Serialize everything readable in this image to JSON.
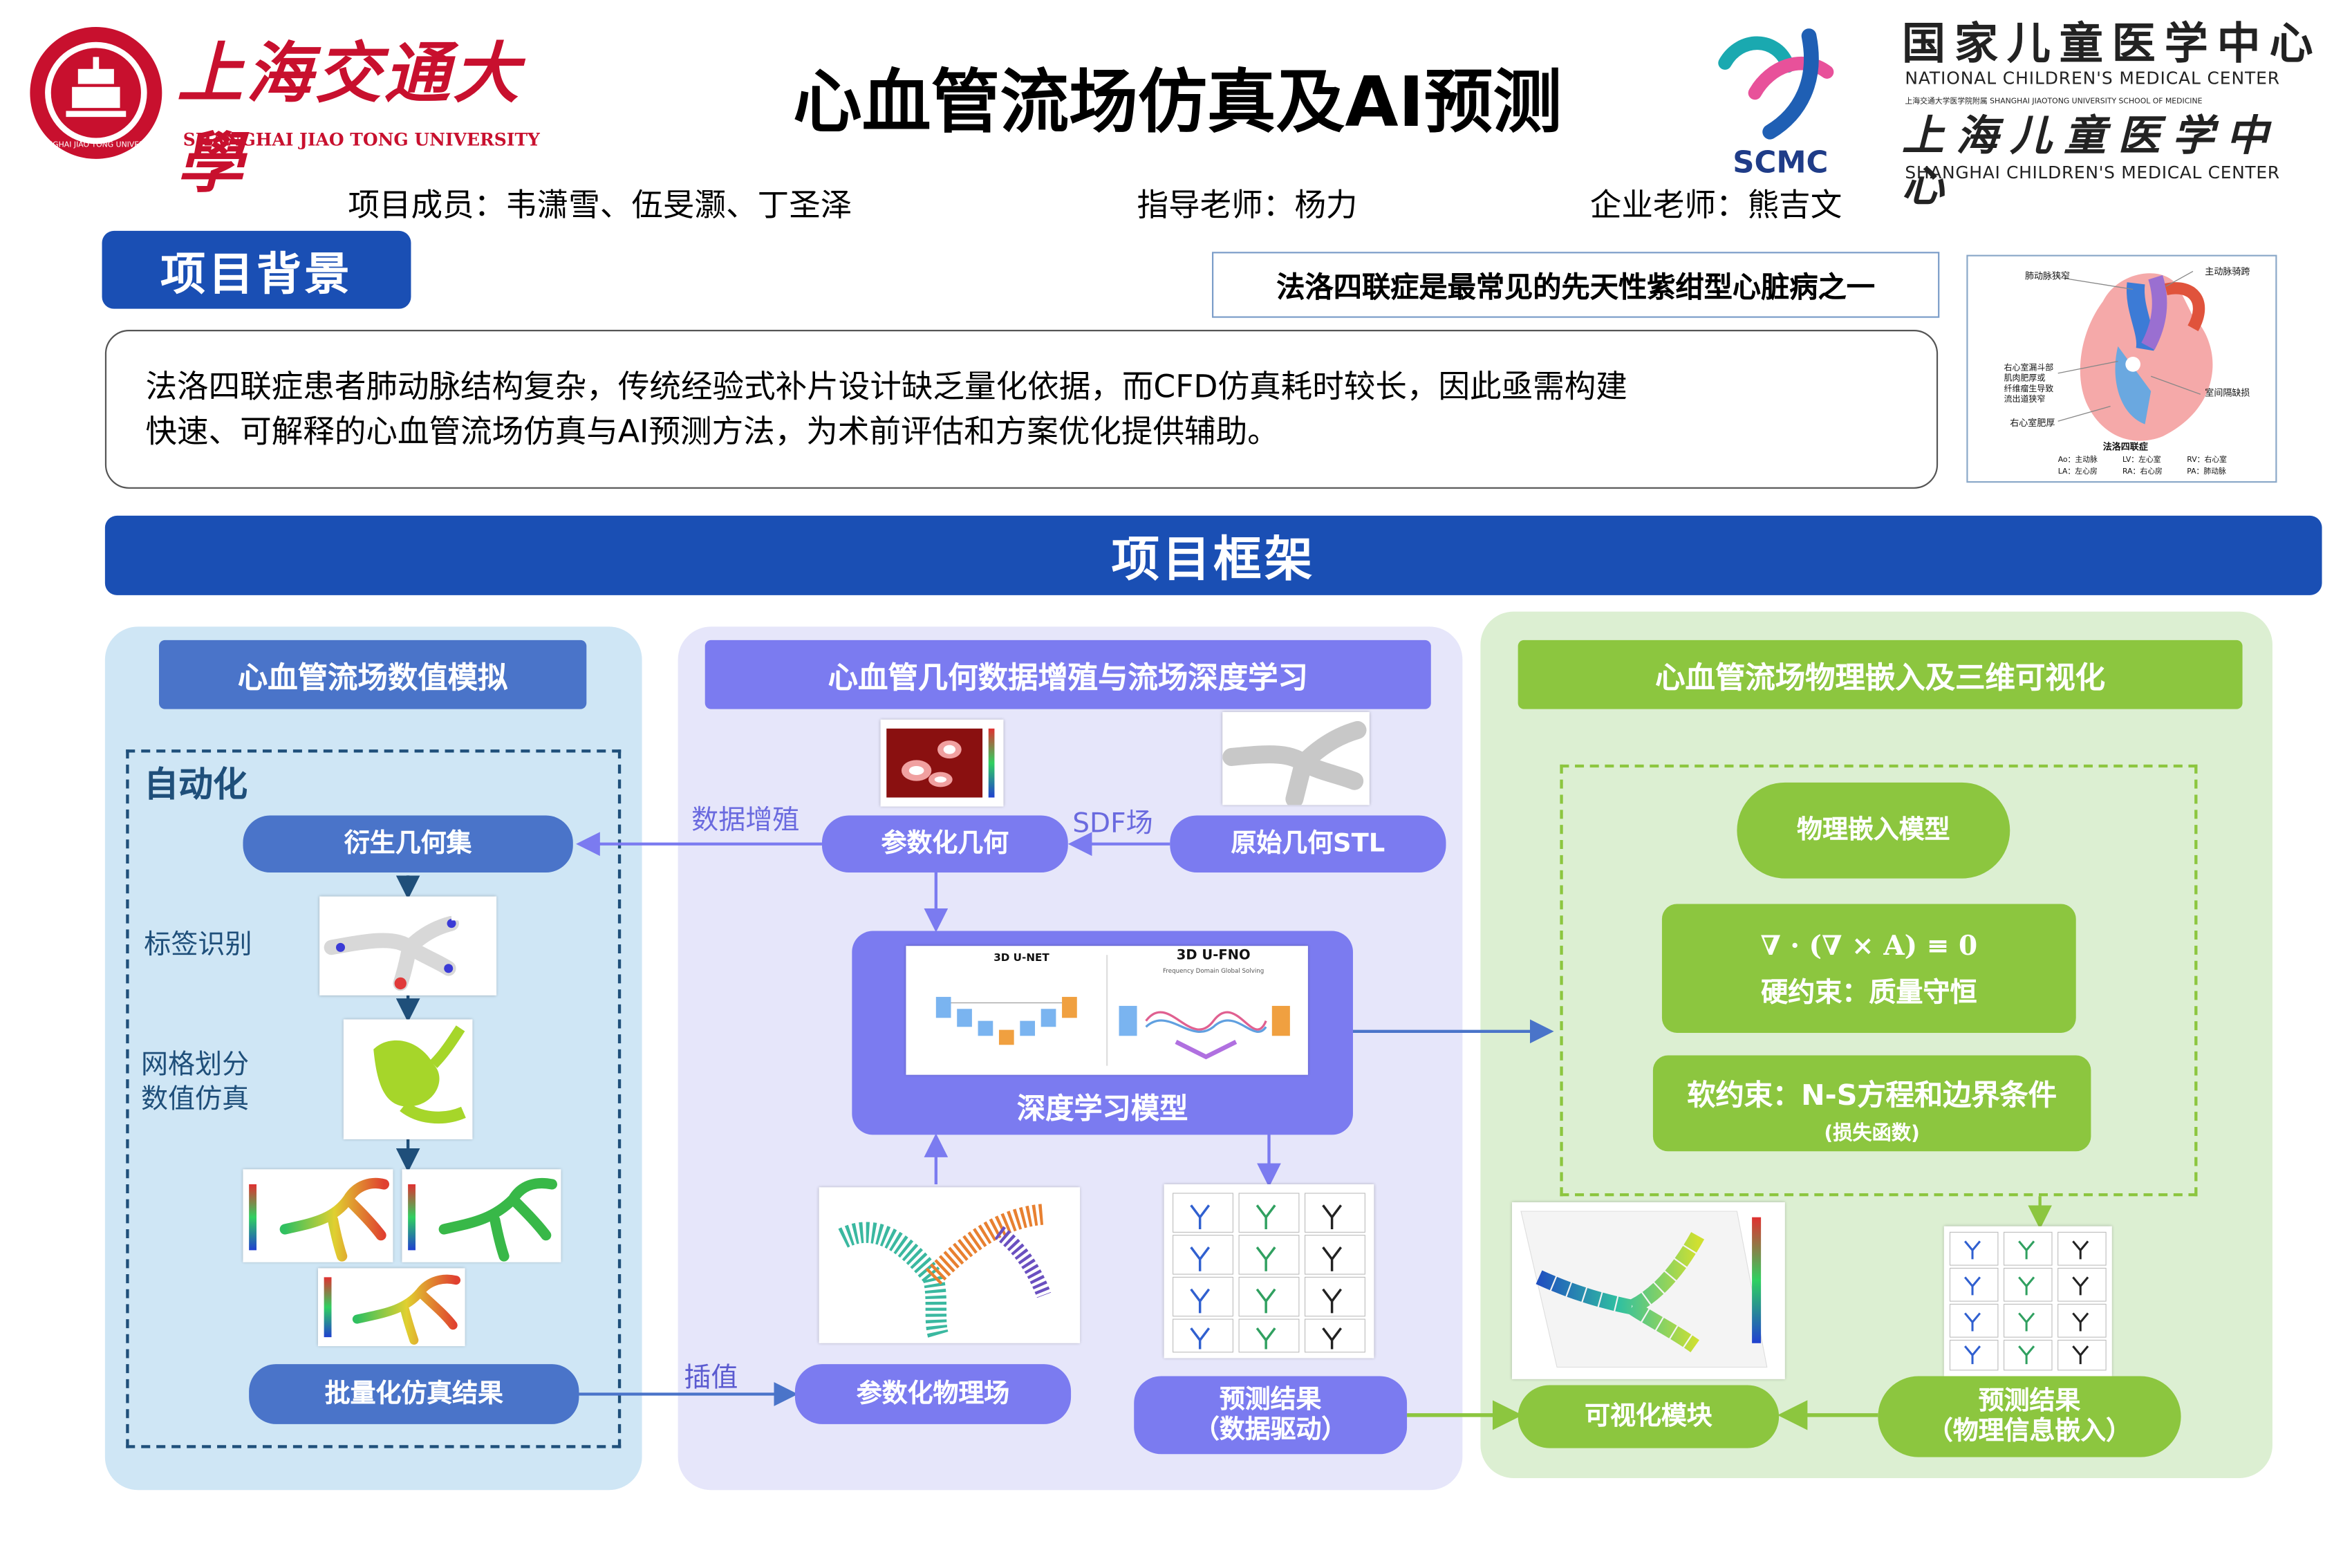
{
  "header": {
    "sjtu_cn": "上海交通大學",
    "sjtu_en": "SHANGHAI JIAO TONG UNIVERSITY",
    "sjtu_seal_text": "SHANGHAI JIAO TONG UNIVERSITY",
    "title": "心血管流场仿真及AI预测",
    "members": "项目成员：韦潇雪、伍旻灏、丁圣泽",
    "advisor": "指导老师：杨力",
    "enterprise_advisor": "企业老师：熊吉文",
    "scmc": "SCMC",
    "center_cn": "国家儿童医学中心",
    "center_en": "NATIONAL CHILDREN'S MEDICAL CENTER",
    "center_small": "上海交通大学医学院附属 SHANGHAI JIAOTONG UNIVERSITY SCHOOL OF MEDICINE",
    "hospital_cn": "上海儿童医学中心",
    "hospital_en": "SHANGHAI CHILDREN'S MEDICAL CENTER"
  },
  "background": {
    "section_title": "项目背景",
    "note": "法洛四联症是最常见的先天性紫绀型心脏病之一",
    "text_line1": "法洛四联症患者肺动脉结构复杂，传统经验式补片设计缺乏量化依据，而CFD仿真耗时较长，因此亟需构建",
    "text_line2": "快速、可解释的心血管流场仿真与AI预测方法，为术前评估和方案优化提供辅助。",
    "diagram": {
      "l1": "肺动脉狭窄",
      "l2": "主动脉骑跨",
      "l3": "右心室漏斗部",
      "l4": "肌肉肥厚或",
      "l5": "纤维瘤生导致",
      "l6": "流出道狭窄",
      "l7": "室间隔缺损",
      "l8": "右心室肥厚",
      "caption": "法洛四联症",
      "legend1": "Ao：主动脉",
      "legend2": "LV：左心室",
      "legend3": "RV：右心室",
      "legend4": "LA：左心房",
      "legend5": "RA：右心房",
      "legend6": "PA：肺动脉"
    }
  },
  "framework": {
    "title": "项目框架",
    "col1": {
      "title": "心血管流场数值模拟",
      "auto": "自动化",
      "derived": "衍生几何集",
      "label_recognition": "标签识别",
      "mesh1": "网格划分",
      "mesh2": "数值仿真",
      "batch": "批量化仿真结果"
    },
    "col2": {
      "title": "心血管几何数据增殖与流场深度学习",
      "data_aug": "数据增殖",
      "sdf": "SDF场",
      "param_geo": "参数化几何",
      "stl": "原始几何STL",
      "unet": "3D U-NET",
      "ufno": "3D U-FNO",
      "ufno_sub": "Frequency Domain Global Solving",
      "dl_model": "深度学习模型",
      "interp": "插值",
      "param_field": "参数化物理场",
      "pred1": "预测结果",
      "pred1_sub": "（数据驱动）"
    },
    "col3": {
      "title": "心血管流场物理嵌入及三维可视化",
      "phys_model": "物理嵌入模型",
      "formula": "∇ · (∇ × A) ≡ 0",
      "hard": "硬约束：质量守恒",
      "soft": "软约束：N-S方程和边界条件",
      "soft_sub": "(损失函数)",
      "viz": "可视化模块",
      "pred2": "预测结果",
      "pred2_sub": "（物理信息嵌入）"
    }
  },
  "colors": {
    "navy_header": "#1a4fb4",
    "col1_bg": "#cfe6f5",
    "col2_bg": "#e6e6fa",
    "col3_bg": "#dcefd2",
    "pill_blue": "#4a74c9",
    "pill_purple": "#7b7bf0",
    "pill_green": "#8cc63f"
  }
}
